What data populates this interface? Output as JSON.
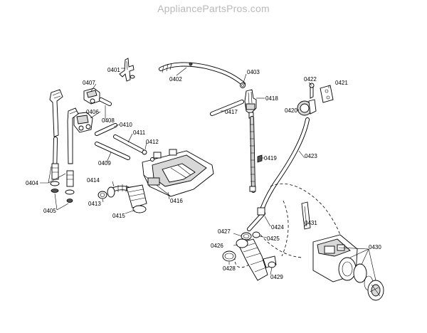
{
  "watermark": "AppliancePartsPros.com",
  "labels": {
    "p0401": "0401",
    "p0402": "0402",
    "p0403": "0403",
    "p0404": "0404",
    "p0405": "0405",
    "p0406": "0406",
    "p0407": "0407",
    "p0408": "0408",
    "p0409": "0409",
    "p0410": "0410",
    "p0411": "0411",
    "p0412": "0412",
    "p0413": "0413",
    "p0414": "0414",
    "p0415": "0415",
    "p0416": "0416",
    "p0417": "0417",
    "p0418": "0418",
    "p0419": "0419",
    "p0420": "0420",
    "p0421": "0421",
    "p0422": "0422",
    "p0423": "0423",
    "p0424": "0424",
    "p0425": "0425",
    "p0426": "0426",
    "p0427": "0427",
    "p0428": "0428",
    "p0429": "0429",
    "p0430": "0430",
    "p0431": "0431"
  }
}
